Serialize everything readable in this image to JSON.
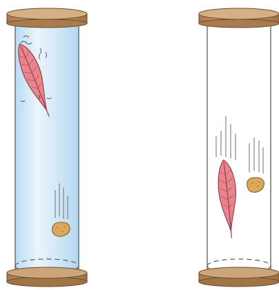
{
  "colors": {
    "background": "#ffffff",
    "cap_top": "#c8a275",
    "cap_rim": "#8a5f35",
    "cap_shadow": "#b08555",
    "air_fill": "#cfe6f7",
    "air_highlight": "#eef7fd",
    "tube_outline": "#5a5a5a",
    "feather_fill": "#e8868f",
    "feather_stroke": "#9c3b46",
    "pebble_fill": "#d9a85c",
    "pebble_stroke": "#8a6026",
    "motion_lines": "#6e6e6e"
  },
  "cylinders": [
    {
      "id": "with-air",
      "contains_air": true,
      "feather": {
        "state": "drifting-slowly",
        "height_fraction": 0.82
      },
      "pebble": {
        "state": "falling-fast",
        "height_fraction": 0.22
      }
    },
    {
      "id": "vacuum",
      "contains_air": false,
      "feather": {
        "state": "falling-fast",
        "height_fraction": 0.38
      },
      "pebble": {
        "state": "falling-fast",
        "height_fraction": 0.45
      }
    }
  ]
}
